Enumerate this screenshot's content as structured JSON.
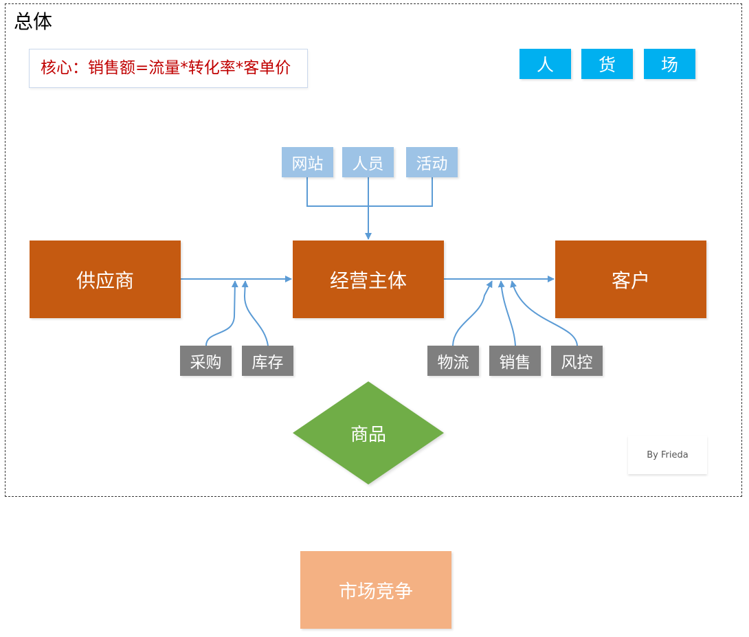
{
  "frame": {
    "title": "总体"
  },
  "core_formula": "核心：销售额=流量*转化率*客单价",
  "pillars": [
    "人",
    "货",
    "场"
  ],
  "traffic_inputs": [
    "网站",
    "人员",
    "活动"
  ],
  "nodes": {
    "supplier": "供应商",
    "operator": "经营主体",
    "customer": "客户"
  },
  "supply_factors": [
    "采购",
    "库存"
  ],
  "demand_factors": [
    "物流",
    "销售",
    "风控"
  ],
  "product": "商品",
  "signature": "By Frieda",
  "market": "市场竞争",
  "colors": {
    "pillar": "#00b0f0",
    "traffic": "#9dc3e6",
    "main_node": "#c55a11",
    "factor": "#7f7f7f",
    "product": "#70ad47",
    "market": "#f4b183",
    "connector": "#5b9bd5",
    "formula_text": "#c00000"
  }
}
